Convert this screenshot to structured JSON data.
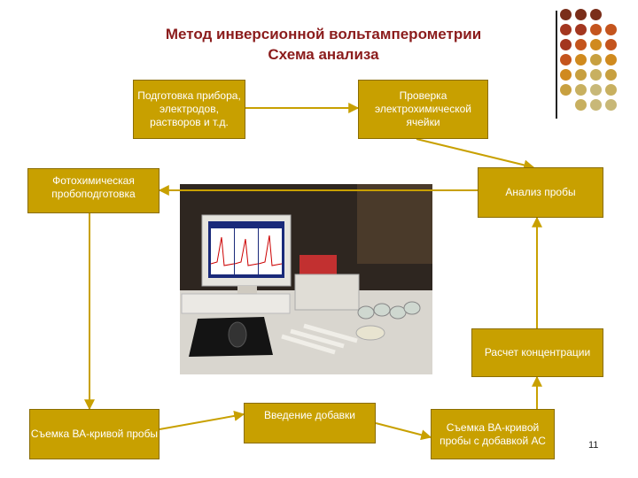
{
  "title": {
    "line1": "Метод инверсионной вольтамперометрии",
    "line2": "Схема анализа"
  },
  "boxes": {
    "prep": "Подготовка прибора, электродов, растворов и т.д.",
    "check": "Проверка электрохимической ячейки",
    "photo_prep": "Фотохимическая пробоподготовка",
    "analysis": "Анализ пробы",
    "calc": "Расчет концентрации",
    "curve_sample": "Съемка ВА-кривой пробы",
    "addition": "Введение добавки",
    "curve_addition": "Съемка ВА-кривой пробы с добавкой АС"
  },
  "slide_number": "11",
  "colors": {
    "box_fill": "#c8a000",
    "arrow": "#c8a000",
    "title": "#8b1c1c"
  }
}
